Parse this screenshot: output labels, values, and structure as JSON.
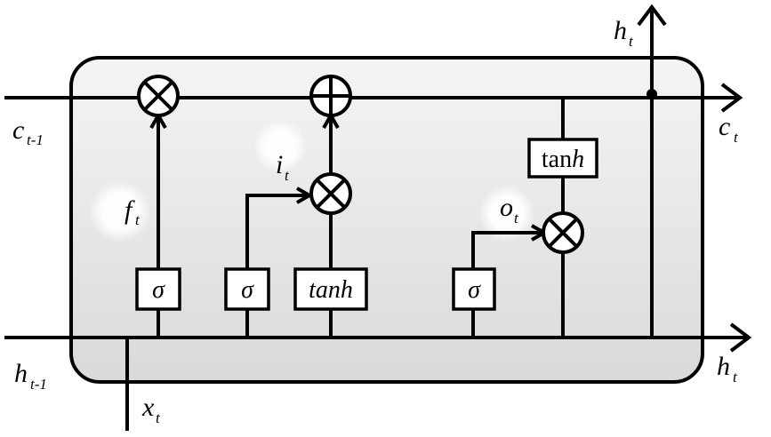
{
  "labels": {
    "c_prev_main": "c",
    "c_prev_sub": "t-1",
    "c_next_main": "c",
    "c_next_sub": "t",
    "h_top_main": "h",
    "h_top_sub": "t",
    "h_prev_main": "h",
    "h_prev_sub": "t-1",
    "h_next_main": "h",
    "h_next_sub": "t",
    "x_main": "x",
    "x_sub": "t",
    "f_main": "f",
    "f_sub": "t",
    "i_main": "i",
    "i_sub": "t",
    "o_main": "o",
    "o_sub": "t"
  },
  "gates": {
    "forget_sigma": "σ",
    "input_sigma": "σ",
    "candidate_tanh": "tanh",
    "output_sigma": "σ",
    "cell_tanh_prefix": "tan",
    "cell_tanh_suffix": "h"
  },
  "operators": {
    "forget_multiply": "multiply",
    "input_multiply": "multiply",
    "cell_add": "add",
    "output_multiply": "multiply"
  }
}
